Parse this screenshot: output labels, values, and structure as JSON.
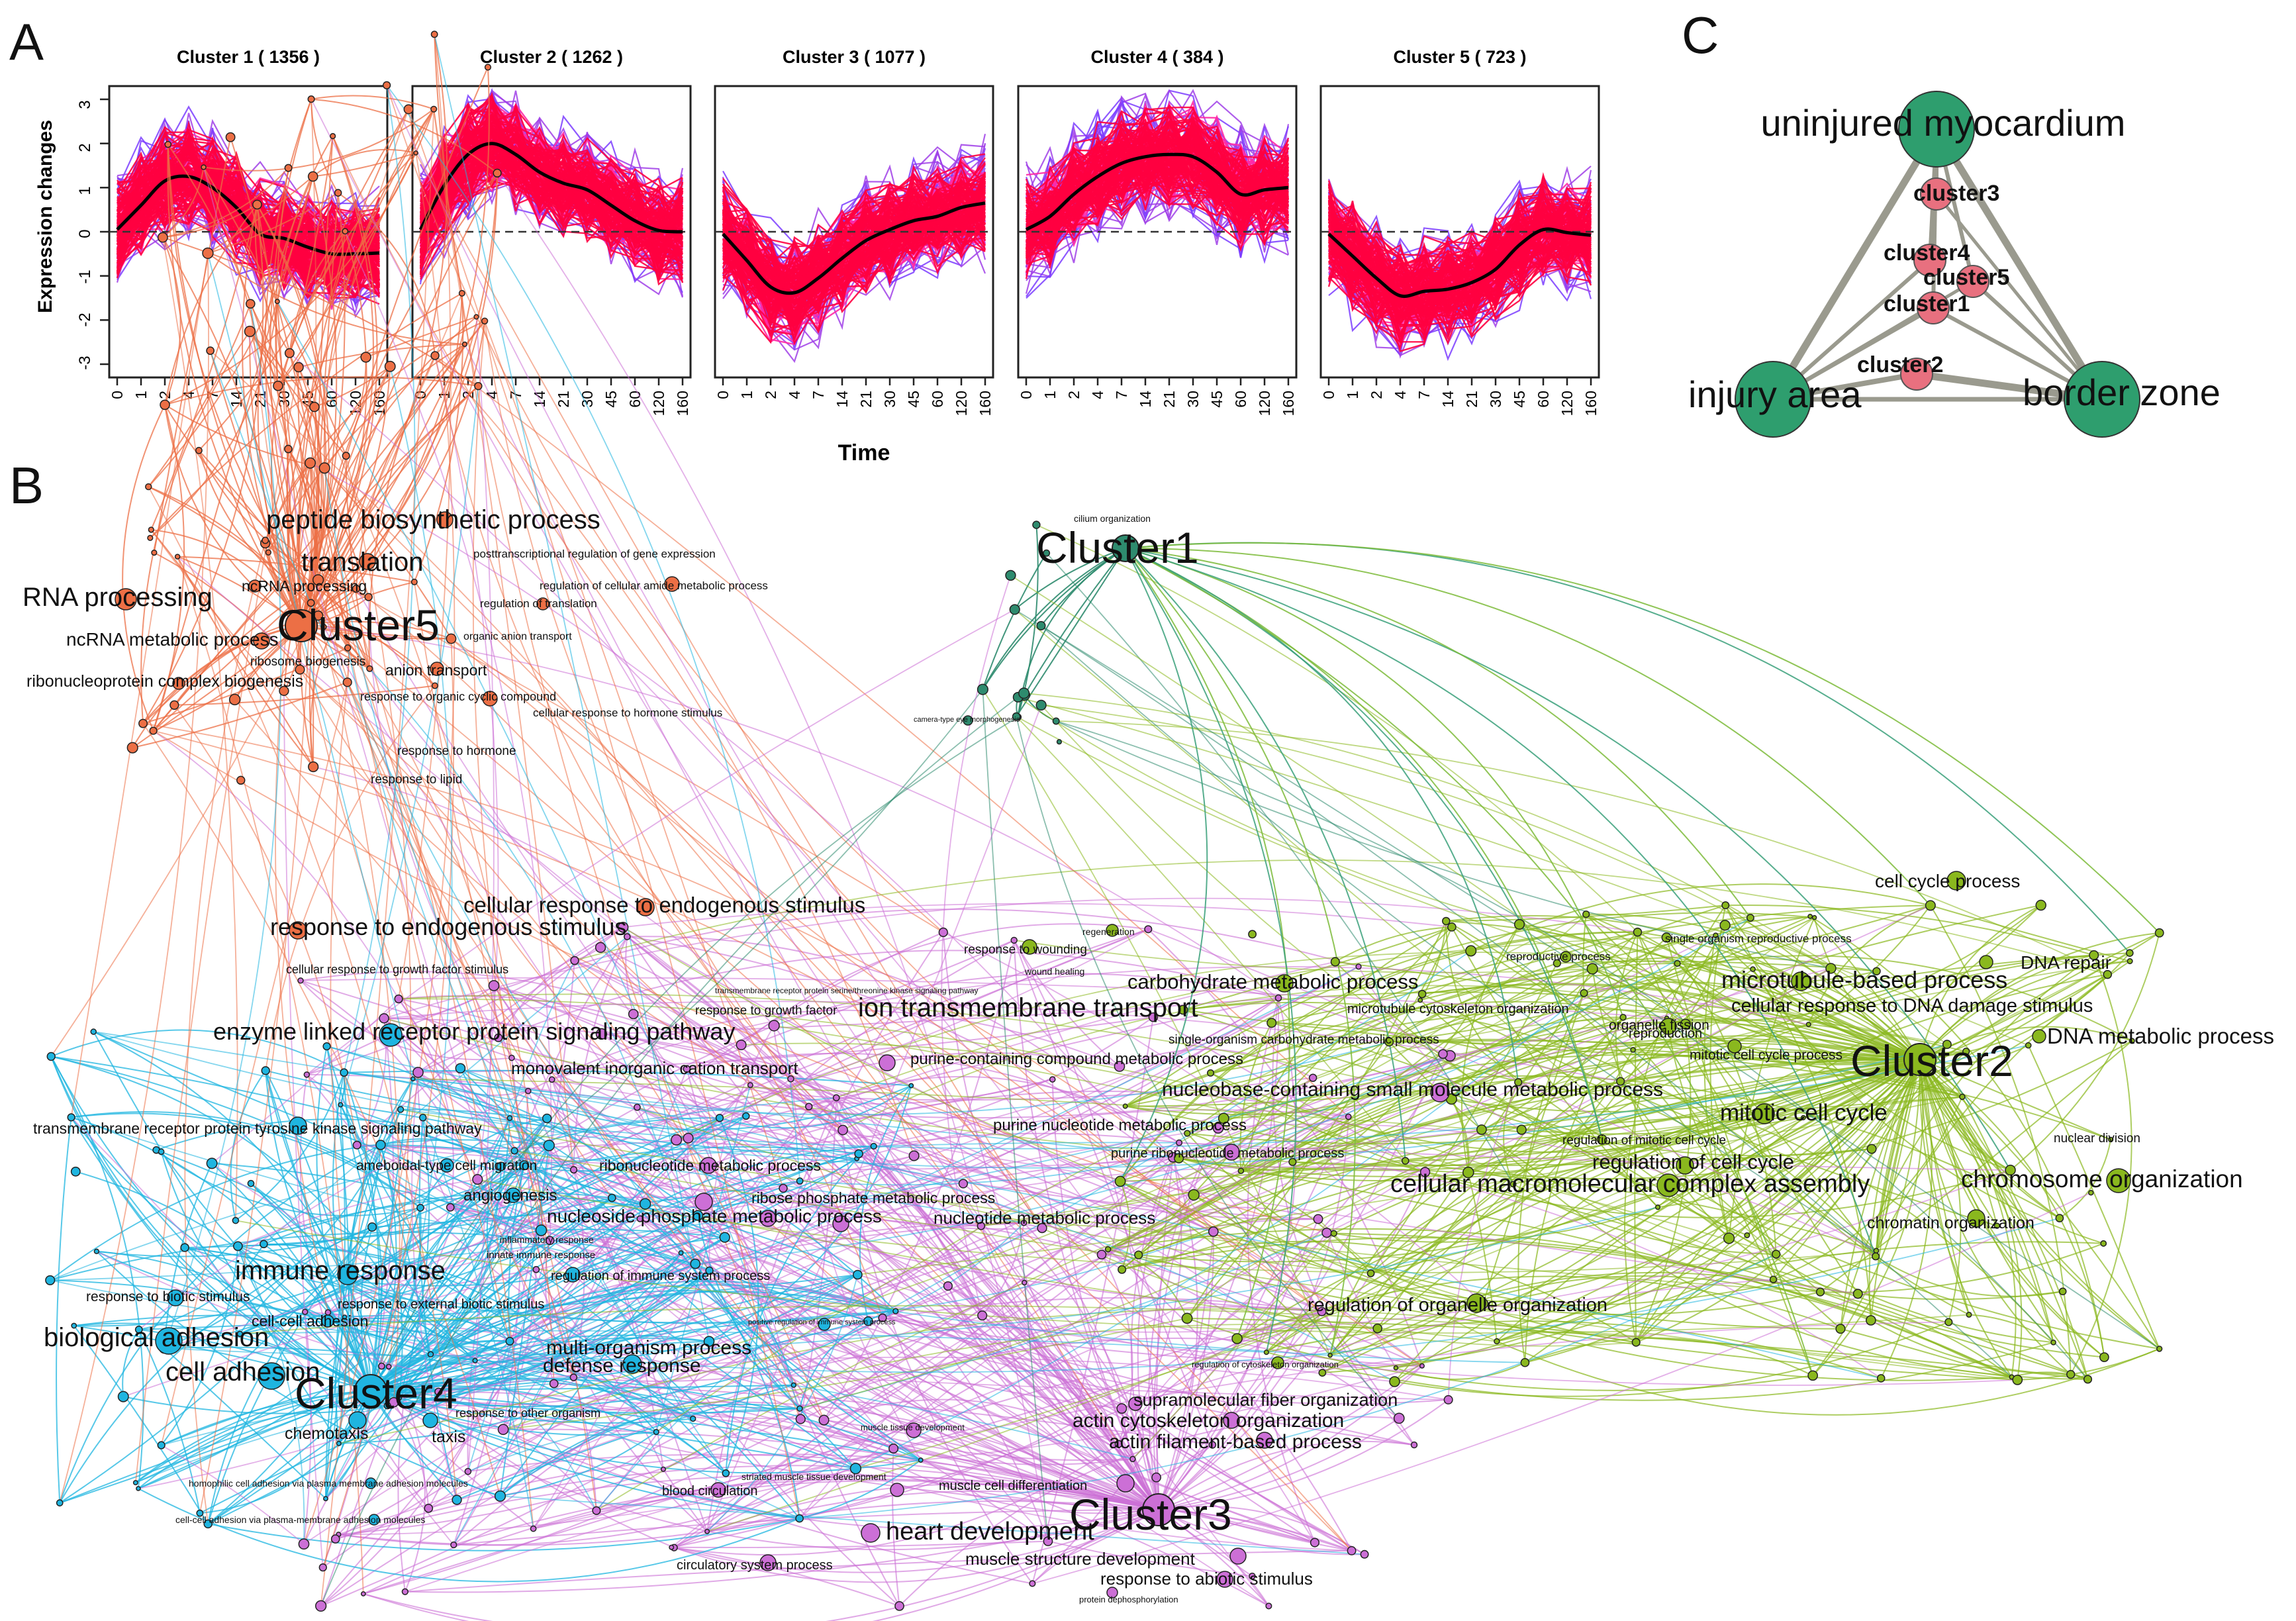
{
  "panels": {
    "a": {
      "label": "A"
    },
    "b": {
      "label": "B"
    },
    "c": {
      "label": "C"
    }
  },
  "chart_data": [
    {
      "type": "line",
      "panel": "A",
      "ylabel": "Expression changes",
      "xlabel": "Time",
      "x": [
        "0",
        "1",
        "2",
        "4",
        "7",
        "14",
        "21",
        "30",
        "45",
        "60",
        "120",
        "160"
      ],
      "ylim": [
        -3,
        3
      ],
      "yticks": [
        -3,
        -2,
        -1,
        0,
        1,
        2,
        3
      ],
      "reference_line": 0,
      "colors": {
        "individual_profiles": "#ff0040",
        "high_membership": "#8040ff",
        "mean": "#000000"
      },
      "clusters": [
        {
          "title": "Cluster 1  ( 1356 )",
          "mean": [
            0.05,
            0.6,
            1.15,
            1.25,
            1.0,
            0.55,
            -0.05,
            -0.15,
            -0.35,
            -0.5,
            -0.5,
            -0.48
          ]
        },
        {
          "title": "Cluster 2  ( 1262 )",
          "mean": [
            0.05,
            1.05,
            1.75,
            2.0,
            1.75,
            1.35,
            1.1,
            0.95,
            0.6,
            0.25,
            0.03,
            0.0
          ]
        },
        {
          "title": "Cluster 3  ( 1077 )",
          "mean": [
            -0.05,
            -0.65,
            -1.25,
            -1.38,
            -1.05,
            -0.6,
            -0.2,
            0.05,
            0.25,
            0.35,
            0.55,
            0.65
          ]
        },
        {
          "title": "Cluster 4  ( 384 )",
          "mean": [
            0.05,
            0.35,
            0.85,
            1.25,
            1.55,
            1.7,
            1.75,
            1.7,
            1.35,
            0.85,
            0.95,
            1.0
          ]
        },
        {
          "title": "Cluster 5  ( 723 )",
          "mean": [
            -0.05,
            -0.55,
            -1.05,
            -1.45,
            -1.35,
            -1.3,
            -1.15,
            -0.85,
            -0.3,
            0.05,
            -0.02,
            -0.08
          ]
        }
      ]
    },
    {
      "type": "network",
      "panel": "C",
      "nodes": [
        {
          "id": "uninjured myocardium",
          "group": "region"
        },
        {
          "id": "injury area",
          "group": "region"
        },
        {
          "id": "border zone",
          "group": "region"
        },
        {
          "id": "cluster3",
          "group": "cluster"
        },
        {
          "id": "cluster4",
          "group": "cluster"
        },
        {
          "id": "cluster5",
          "group": "cluster"
        },
        {
          "id": "cluster1",
          "group": "cluster"
        },
        {
          "id": "cluster2",
          "group": "cluster"
        }
      ],
      "edges": [
        [
          "uninjured myocardium",
          "injury area"
        ],
        [
          "uninjured myocardium",
          "border zone"
        ],
        [
          "injury area",
          "border zone"
        ],
        [
          "uninjured myocardium",
          "cluster3"
        ],
        [
          "uninjured myocardium",
          "cluster4"
        ],
        [
          "uninjured myocardium",
          "cluster5"
        ],
        [
          "uninjured myocardium",
          "cluster1"
        ],
        [
          "injury area",
          "cluster1"
        ],
        [
          "injury area",
          "cluster2"
        ],
        [
          "injury area",
          "cluster4"
        ],
        [
          "injury area",
          "cluster5"
        ],
        [
          "border zone",
          "cluster2"
        ],
        [
          "border zone",
          "cluster1"
        ],
        [
          "border zone",
          "cluster5"
        ],
        [
          "border zone",
          "cluster3"
        ]
      ],
      "colors": {
        "region": "#2e9e6e",
        "cluster": "#e8707f",
        "edge": "#9a9a8e"
      }
    },
    {
      "type": "network",
      "panel": "B",
      "colors": {
        "Cluster1": "#2e8b6e",
        "Cluster2": "#8ab81e",
        "Cluster3": "#cc6fd6",
        "Cluster4": "#1fb5e0",
        "Cluster5": "#ec6f45"
      },
      "groups": [
        {
          "name": "Cluster1",
          "terms": [
            "cilium organization",
            "camera-type eye morphogenesis"
          ]
        },
        {
          "name": "Cluster5",
          "terms": [
            "peptide biosynthetic process",
            "translation",
            "posttranscriptional regulation of gene expression",
            "RNA processing",
            "ncRNA processing",
            "regulation of cellular amide metabolic process",
            "regulation of translation",
            "ncRNA metabolic process",
            "ribosome biogenesis",
            "organic anion transport",
            "ribonucleoprotein complex biogenesis",
            "anion transport",
            "response to organic cyclic compound",
            "cellular response to hormone stimulus",
            "response to hormone",
            "response to lipid",
            "cellular response to endogenous stimulus",
            "response to endogenous stimulus"
          ]
        },
        {
          "name": "Cluster3",
          "terms": [
            "response to growth factor",
            "ion transmembrane transport",
            "monovalent inorganic cation transport",
            "purine-containing compound metabolic process",
            "nucleobase-containing small molecule metabolic process",
            "purine nucleotide metabolic process",
            "purine ribonucleotide metabolic process",
            "ribonucleotide metabolic process",
            "ribose phosphate metabolic process",
            "nucleoside phosphate metabolic process",
            "nucleotide metabolic process",
            "supramolecular fiber organization",
            "actin cytoskeleton organization",
            "actin filament-based process",
            "muscle tissue development",
            "striated muscle tissue development",
            "muscle cell differentiation",
            "heart development",
            "Cluster3",
            "blood circulation",
            "muscle structure development",
            "circulatory system process",
            "response to abiotic stimulus",
            "protein dephosphorylation",
            "transmembrane receptor protein serine/threonine kinase signaling pathway",
            "carbohydrate metabolic process"
          ]
        },
        {
          "name": "Cluster4",
          "terms": [
            "cellular response to growth factor stimulus",
            "enzyme linked receptor protein signaling pathway",
            "transmembrane receptor protein tyrosine kinase signaling pathway",
            "ameboidal-type cell migration",
            "angiogenesis",
            "inflammatory response",
            "innate immune response",
            "immune response",
            "regulation of immune system process",
            "response to biotic stimulus",
            "response to external biotic stimulus",
            "cell-cell adhesion",
            "biological adhesion",
            "multi-organism process",
            "defense response",
            "cell adhesion",
            "chemotaxis",
            "taxis",
            "response to other organism",
            "homophilic cell adhesion via plasma membrane adhesion molecules",
            "cell-cell adhesion via plasma-membrane adhesion molecules",
            "positive regulation of immune system process"
          ]
        },
        {
          "name": "Cluster2",
          "terms": [
            "cell cycle process",
            "single organism reproductive process",
            "reproductive process",
            "DNA repair",
            "microtubule-based process",
            "cellular response to DNA damage stimulus",
            "microtubule cytoskeleton organization",
            "reproduction",
            "organelle fission",
            "single-organism carbohydrate metabolic process",
            "DNA metabolic process",
            "mitotic cell cycle process",
            "mitotic cell cycle",
            "regulation of mitotic cell cycle",
            "regulation of cell cycle",
            "cellular macromolecular complex assembly",
            "chromosome organization",
            "nuclear division",
            "chromatin organization",
            "regulation of organelle organization",
            "regulation of cytoskeleton organization",
            "regeneration",
            "response to wounding",
            "wound healing"
          ]
        }
      ]
    }
  ],
  "panelA": {
    "ylabel": "Expression changes",
    "xlabel": "Time",
    "yticks": [
      "3",
      "2",
      "1",
      "0",
      "-1",
      "-2",
      "-3"
    ],
    "xticks": [
      "0",
      "1",
      "2",
      "4",
      "7",
      "14",
      "21",
      "30",
      "45",
      "60",
      "120",
      "160"
    ],
    "titles": [
      "Cluster 1  ( 1356 )",
      "Cluster 2  ( 1262 )",
      "Cluster 3  ( 1077 )",
      "Cluster 4  ( 384 )",
      "Cluster 5  ( 723 )"
    ]
  },
  "panelC": {
    "uninjured": "uninjured myocardium",
    "injury": "injury area",
    "border": "border zone",
    "cluster1": "cluster1",
    "cluster2": "cluster2",
    "cluster3": "cluster3",
    "cluster4": "cluster4",
    "cluster5": "cluster5"
  },
  "panelB": {
    "hubs": {
      "c1": "Cluster1",
      "c2": "Cluster2",
      "c3": "Cluster3",
      "c4": "Cluster4",
      "c5": "Cluster5"
    },
    "labels": {
      "cilium": "cilium organization",
      "camera": "camera-type eye morphogenesis",
      "peptide": "peptide biosynthetic process",
      "translation": "translation",
      "posttx": "posttranscriptional regulation of gene expression",
      "rnaproc": "RNA processing",
      "ncrnaproc": "ncRNA processing",
      "amide": "regulation of cellular amide metabolic process",
      "regtrans": "regulation of translation",
      "ncrnameta": "ncRNA metabolic process",
      "ribobio": "ribosome biogenesis",
      "organicanion": "organic anion transport",
      "ribonucleo": "ribonucleoprotein complex biogenesis",
      "anion": "anion transport",
      "organiccyclic": "response to organic cyclic compound",
      "hormonestim": "cellular response to hormone stimulus",
      "hormone": "response to hormone",
      "lipid": "response to lipid",
      "cellendo": "cellular response to endogenous stimulus",
      "endo": "response to endogenous stimulus",
      "growthstim": "cellular response to growth factor stimulus",
      "growthfactor": "response to growth factor",
      "serthr": "transmembrane receptor protein serine/threonine kinase signaling pathway",
      "iontrans": "ion transmembrane transport",
      "enzyme": "enzyme linked receptor protein signaling pathway",
      "monovalent": "monovalent inorganic cation transport",
      "purinecomp": "purine-containing compound metabolic process",
      "nucleobase": "nucleobase-containing small molecule metabolic process",
      "tyrosine": "transmembrane receptor protein tyrosine kinase signaling pathway",
      "purinenuc": "purine nucleotide metabolic process",
      "purineribo": "purine ribonucleotide metabolic process",
      "ameboid": "ameboidal-type cell migration",
      "ribonuc": "ribonucleotide metabolic process",
      "angio": "angiogenesis",
      "ribose": "ribose phosphate metabolic process",
      "nucphos": "nucleoside phosphate metabolic process",
      "nucmeta": "nucleotide metabolic process",
      "inflam": "inflammatory response",
      "innate": "innate immune response",
      "immune": "immune response",
      "regimmune": "regulation of immune system process",
      "biotic": "response to biotic stimulus",
      "extbiotic": "response to external biotic stimulus",
      "cellcell": "cell-cell adhesion",
      "bioadh": "biological adhesion",
      "multiorg": "multi-organism process",
      "defense": "defense response",
      "celladh": "cell adhesion",
      "chemotaxis": "chemotaxis",
      "taxis": "taxis",
      "otherorg": "response to other organism",
      "homophilic": "homophilic cell adhesion via plasma membrane adhesion molecules",
      "ccadhplasma": "cell-cell adhesion via plasma-membrane adhesion molecules",
      "posimmune": "positive regulation of immune system process",
      "cellcycleproc": "cell cycle process",
      "singlerepro": "single organism reproductive process",
      "reproproc": "reproductive process",
      "dnarepair": "DNA repair",
      "microtubule": "microtubule-based process",
      "dnadamage": "cellular response to DNA damage stimulus",
      "microcyto": "microtubule cytoskeleton organization",
      "reproduction": "reproduction",
      "fission": "organelle fission",
      "carbo": "carbohydrate metabolic process",
      "singlecarbo": "single-organism carbohydrate metabolic process",
      "dnameta": "DNA metabolic process",
      "mitoticproc": "mitotic cell cycle process",
      "mitotic": "mitotic cell cycle",
      "regmitotic": "regulation of mitotic cell cycle",
      "regcycle": "regulation of cell cycle",
      "macro": "cellular macromolecular complex assembly",
      "chromosome": "chromosome organization",
      "nuclear": "nuclear division",
      "chromatin": "chromatin organization",
      "regorganelle": "regulation of organelle organization",
      "regcyto": "regulation of cytoskeleton organization",
      "supra": "supramolecular fiber organization",
      "actincyto": "actin cytoskeleton organization",
      "actinfil": "actin filament-based process",
      "muscletissue": "muscle tissue development",
      "striated": "striated muscle tissue development",
      "musclecell": "muscle cell differentiation",
      "heart": "heart development",
      "blood": "blood circulation",
      "musclestruct": "muscle structure development",
      "circulatory": "circulatory system process",
      "abiotic": "response to abiotic stimulus",
      "dephos": "protein dephosphorylation",
      "regeneration": "regeneration",
      "wounding": "response to wounding",
      "woundheal": "wound healing"
    }
  }
}
